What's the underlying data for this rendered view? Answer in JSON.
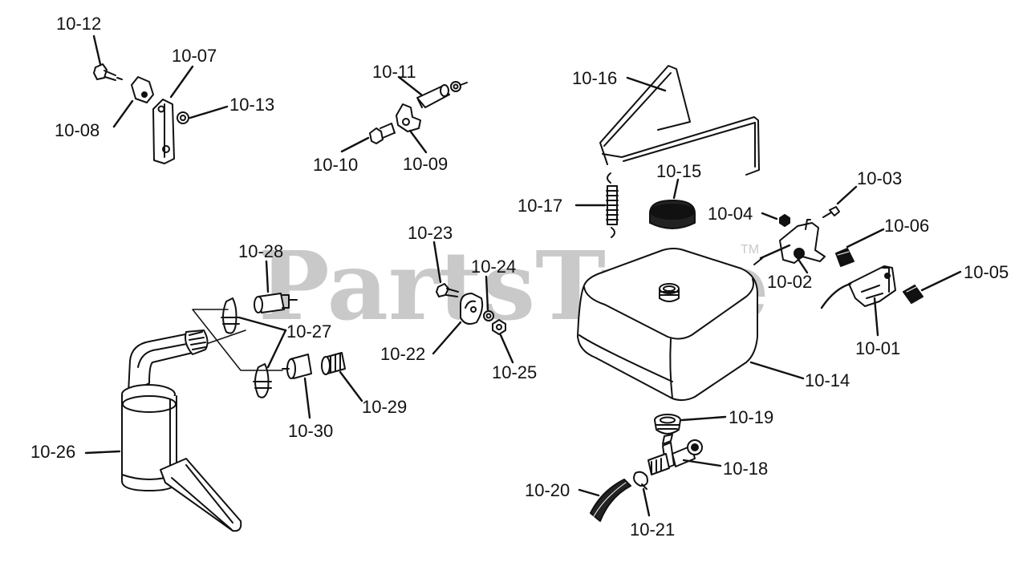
{
  "watermark": {
    "text": "PartsTree",
    "mark": "TM",
    "color": "#c9c9c9"
  },
  "colors": {
    "ink": "#111111",
    "hatch": "#555555"
  },
  "labels": {
    "p1012": "10-12",
    "p1007": "10-07",
    "p1013": "10-13",
    "p1008": "10-08",
    "p1011": "10-11",
    "p1010": "10-10",
    "p1009": "10-09",
    "p1016": "10-16",
    "p1015": "10-15",
    "p1017": "10-17",
    "p1003": "10-03",
    "p1004": "10-04",
    "p1006": "10-06",
    "p1002": "10-02",
    "p1005": "10-05",
    "p1001": "10-01",
    "p1023": "10-23",
    "p1024": "10-24",
    "p1022": "10-22",
    "p1025": "10-25",
    "p1028": "10-28",
    "p1027": "10-27",
    "p1029": "10-29",
    "p1030": "10-30",
    "p1026": "10-26",
    "p1014": "10-14",
    "p1019": "10-19",
    "p1018": "10-18",
    "p1020": "10-20",
    "p1021": "10-21"
  }
}
